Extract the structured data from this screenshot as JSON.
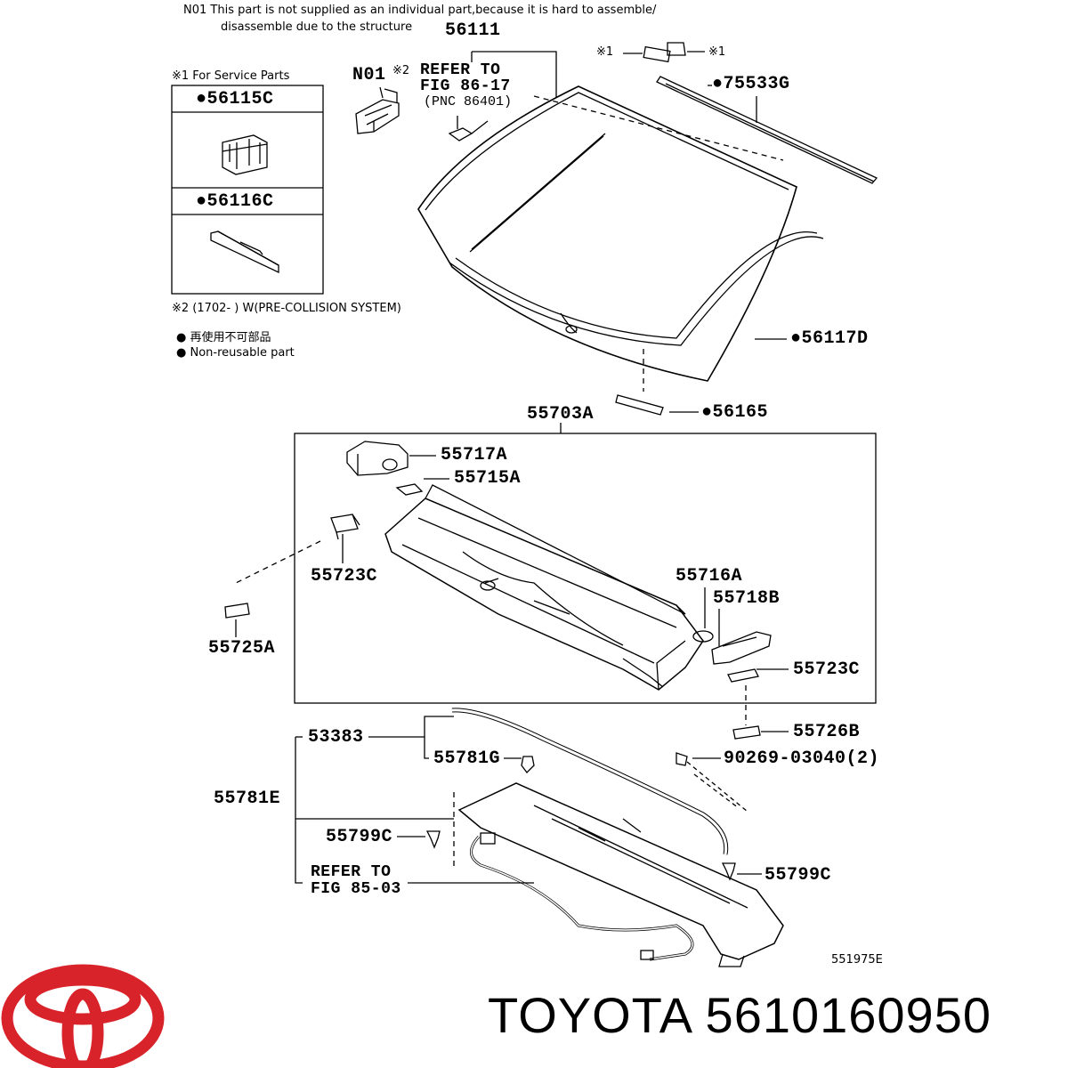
{
  "notes": {
    "n01_line1": "N01  This part is not supplied as an individual part,because it is hard to assemble/",
    "n01_line2": "disassemble due to the structure",
    "service_header": "※1 For Service Parts",
    "service_part_1": "●56115C",
    "service_part_2": "●56116C",
    "note2": "※2 (1702-        ) W(PRE-COLLISION SYSTEM)",
    "legend_jp": "●  再使用不可部品",
    "legend_en": "●  Non-reusable part",
    "refer_86_line1": "REFER TO",
    "refer_86_line2": "FIG 86-17",
    "refer_86_line3": "(PNC 86401)",
    "x1_left": "※1",
    "x1_right": "※1",
    "x2_mark": "※2"
  },
  "labels": {
    "n01": "N01",
    "p56111": "56111",
    "p75533g": "●75533G",
    "p56117d": "●56117D",
    "p56165": "●56165",
    "p55703a": "55703A",
    "p55717a": "55717A",
    "p55715a": "55715A",
    "p55723c_left": "55723C",
    "p55725a": "55725A",
    "p55716a": "55716A",
    "p55718b": "55718B",
    "p55723c_right": "55723C",
    "p55726b": "55726B",
    "p53383": "53383",
    "p55781g": "55781G",
    "p90269": "90269-03040(2)",
    "p55781e": "55781E",
    "p55799c_left": "55799C",
    "p55799c_right": "55799C",
    "refer_85_line1": "REFER TO",
    "refer_85_line2": "FIG 85-03"
  },
  "diagram_ref": "551975E",
  "footer": {
    "brand": "TOYOTA",
    "part_number": "5610160950"
  },
  "colors": {
    "logo_red": "#d9232a",
    "line": "#000000"
  }
}
